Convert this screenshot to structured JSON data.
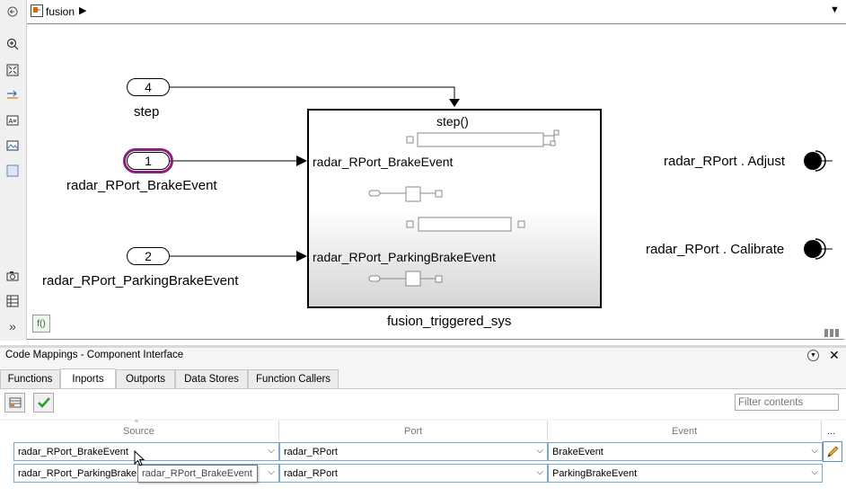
{
  "address_bar": {
    "model_name": "fusion"
  },
  "diagram": {
    "inports": [
      {
        "number": "4",
        "label": "step"
      },
      {
        "number": "1",
        "label": "radar_RPort_BrakeEvent"
      },
      {
        "number": "2",
        "label": "radar_RPort_ParkingBrakeEvent"
      }
    ],
    "subsystem": {
      "trigger_label": "step()",
      "port_label_1": "radar_RPort_BrakeEvent",
      "port_label_2": "radar_RPort_ParkingBrakeEvent",
      "name": "fusion_triggered_sys"
    },
    "outports": [
      {
        "label": "radar_RPort . Adjust"
      },
      {
        "label": "radar_RPort . Calibrate"
      }
    ],
    "function_button": "f()"
  },
  "panel": {
    "title": "Code Mappings - Component Interface",
    "tabs": [
      "Functions",
      "Inports",
      "Outports",
      "Data Stores",
      "Function Callers"
    ],
    "active_tab": "Inports",
    "filter_placeholder": "Filter contents",
    "columns": [
      "Source",
      "Port",
      "Event"
    ],
    "more_columns": "...",
    "rows": [
      {
        "source": "radar_RPort_BrakeEvent",
        "port": "radar_RPort",
        "event": "BrakeEvent"
      },
      {
        "source": "radar_RPort_ParkingBrakeE",
        "port": "radar_RPort",
        "event": "ParkingBrakeEvent"
      }
    ],
    "tooltip": "radar_RPort_BrakeEvent"
  },
  "colors": {
    "selection_highlight": "#8b1e7c",
    "cell_border": "#7aa7d8",
    "check_green": "#2e9b2e"
  }
}
